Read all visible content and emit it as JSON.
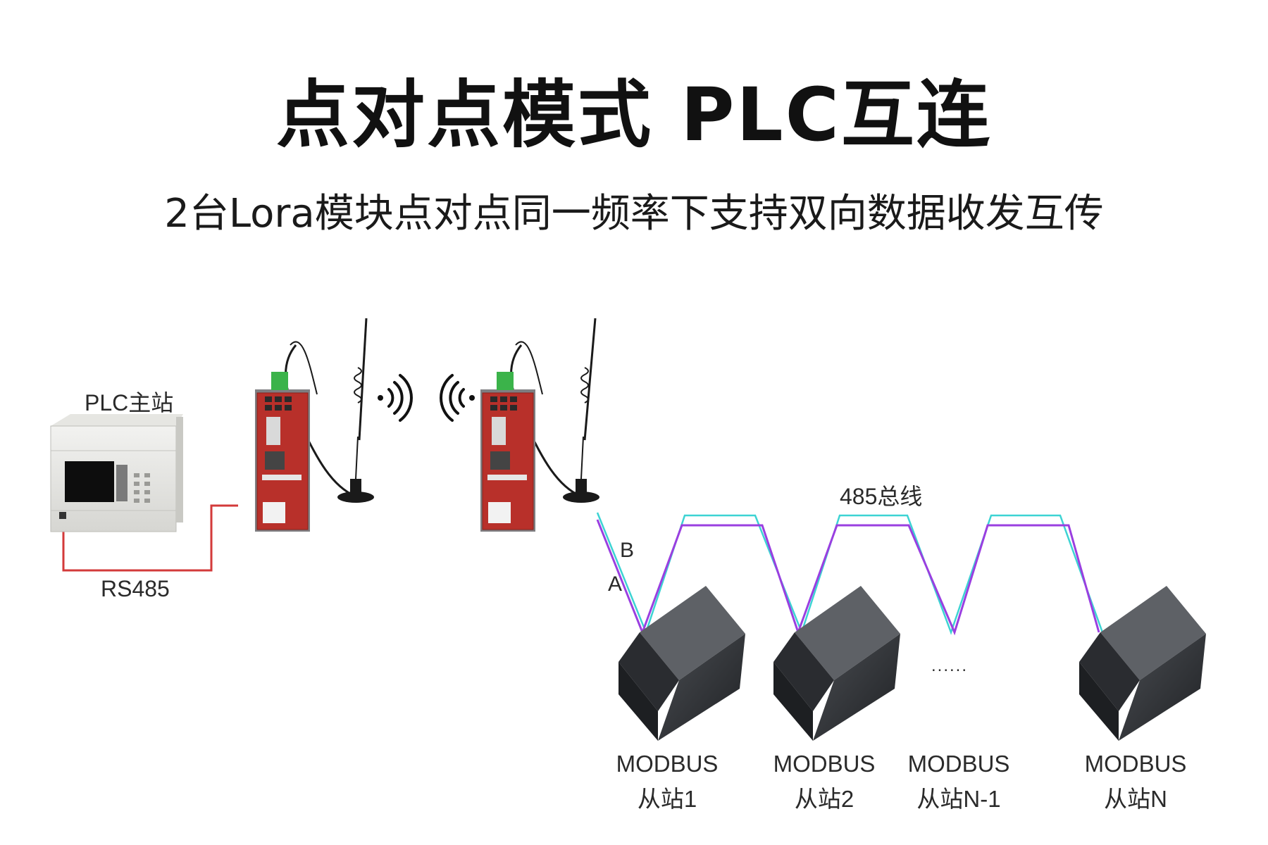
{
  "title": "点对点模式 PLC互连",
  "subtitle": "2台Lora模块点对点同一频率下支持双向数据收发互传",
  "master": {
    "label": "PLC主站"
  },
  "rs485_label": "RS485",
  "bus": {
    "label": "485总线",
    "wire_a": "A",
    "wire_b": "B",
    "ellipsis": "......"
  },
  "slaves": [
    {
      "name": "MODBUS",
      "id": "从站1"
    },
    {
      "name": "MODBUS",
      "id": "从站2"
    },
    {
      "name": "MODBUS",
      "id": "从站N-1"
    },
    {
      "name": "MODBUS",
      "id": "从站N"
    }
  ],
  "colors": {
    "rs485_cable": "#d33a3a",
    "wire_a": "#9a3fe0",
    "wire_b": "#3dd3d3",
    "lora_body": "#b8302a"
  }
}
